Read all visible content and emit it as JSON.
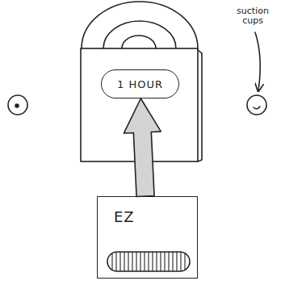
{
  "diagram": {
    "nodes": [
      {
        "text": [
          "1 HOUR"
        ]
      },
      {
        "text": [
          "EZ"
        ]
      }
    ],
    "edges": [
      {
        "from": 1,
        "to": 0,
        "arrow": "to"
      }
    ],
    "labels": [
      "suction cups"
    ]
  }
}
